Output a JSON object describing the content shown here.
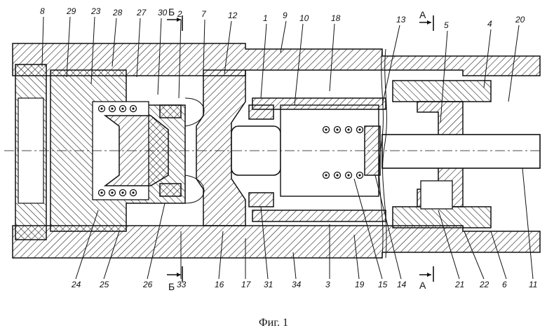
{
  "caption": "Фиг. 1",
  "section_marks": {
    "a_top": "А",
    "a_bottom": "А",
    "b_top": "Б",
    "b_bottom": "Б"
  },
  "labels_top": [
    "8",
    "29",
    "23",
    "28",
    "27",
    "30",
    "2",
    "7",
    "12",
    "1",
    "9",
    "10",
    "18",
    "13",
    "5",
    "4",
    "20"
  ],
  "labels_bottom": [
    "24",
    "25",
    "26",
    "33",
    "16",
    "17",
    "31",
    "34",
    "3",
    "19",
    "15",
    "14",
    "21",
    "22",
    "6",
    "11"
  ]
}
